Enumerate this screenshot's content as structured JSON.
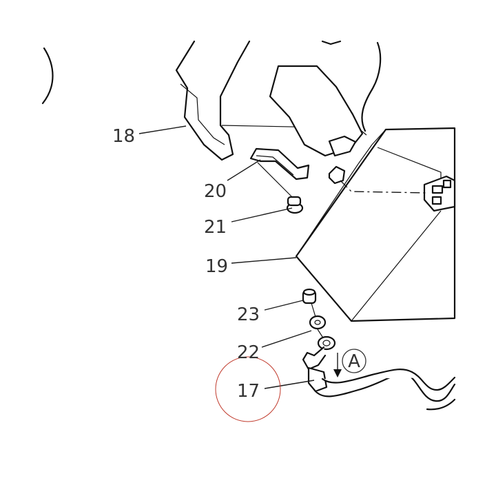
{
  "callouts": {
    "c18": "18",
    "c20": "20",
    "c21": "21",
    "c19": "19",
    "c23": "23",
    "c22": "22",
    "c17": "17",
    "viewA": "A"
  },
  "colors": {
    "line": "#111111",
    "label": "#333333",
    "highlight_circle": "#c0392b"
  },
  "highlighted_part": "17"
}
